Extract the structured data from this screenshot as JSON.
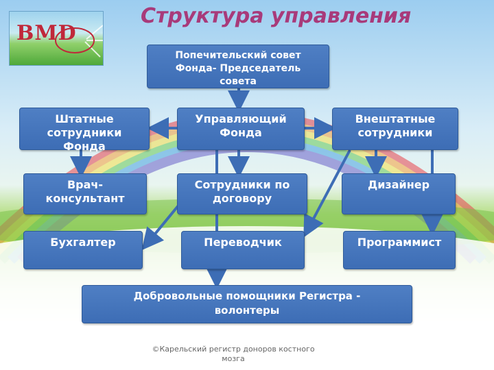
{
  "title": "Структура управления",
  "logo": {
    "text": "BMD"
  },
  "boxes": {
    "council": "Попечительский совет Фонда- Председатель совета",
    "staff": "Штатные сотрудники Фонда",
    "manager": "Управляющий Фонда",
    "freelance": "Внештатные сотрудники",
    "doctor": "Врач-консультант",
    "contractors": "Сотрудники по договору",
    "designer": "Дизайнер",
    "accountant": "Бухгалтер",
    "translator": "Переводчик",
    "programmer": "Программист",
    "volunteers": "Добровольные помощники Регистра - волонтеры"
  },
  "footer": "©Карельский регистр доноров костного мозга",
  "colors": {
    "box": "#3d6db5",
    "arrow": "#3d6db5",
    "title": "#a83a7a",
    "logo_text": "#c0283a"
  }
}
